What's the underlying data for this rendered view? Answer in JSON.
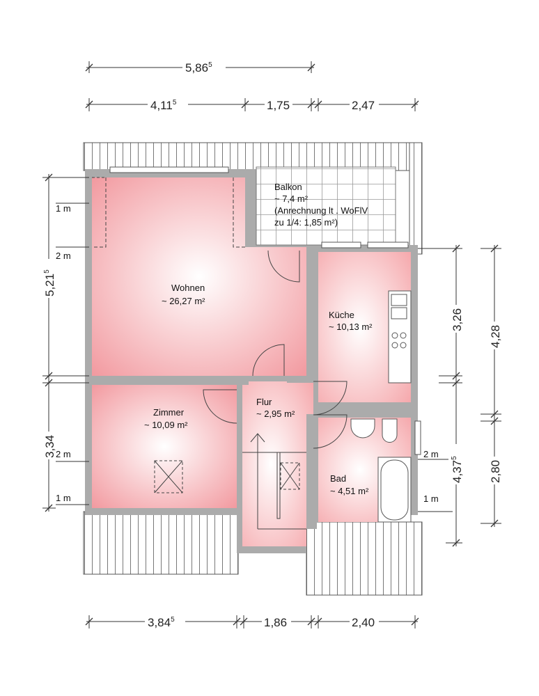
{
  "dimensions": {
    "top_total": {
      "main": "5,86",
      "sup": "5"
    },
    "top_segments": [
      {
        "main": "4,11",
        "sup": "5"
      },
      {
        "main": "1,75",
        "sup": ""
      },
      {
        "main": "2,47",
        "sup": ""
      }
    ],
    "bottom_segments": [
      {
        "main": "3,84",
        "sup": "5"
      },
      {
        "main": "1,86",
        "sup": ""
      },
      {
        "main": "2,40",
        "sup": ""
      }
    ],
    "left_segments": [
      {
        "main": "5,21",
        "sup": "5"
      },
      {
        "main": "3,34",
        "sup": ""
      }
    ],
    "right_inner": [
      {
        "main": "3,26",
        "sup": ""
      },
      {
        "main": "4,37",
        "sup": "5"
      }
    ],
    "right_outer": [
      {
        "main": "4,28",
        "sup": ""
      },
      {
        "main": "2,80",
        "sup": ""
      }
    ],
    "height_marks": {
      "one": "1 m",
      "two": "2 m"
    }
  },
  "rooms": {
    "balkon": {
      "name": "Balkon",
      "area": "~ 7,4 m²",
      "note1": "(Anrechnung lt . WoFlV",
      "note2": "zu 1/4: 1,85 m²)"
    },
    "wohnen": {
      "name": "Wohnen",
      "area": "~ 26,27 m²"
    },
    "kueche": {
      "name": "Küche",
      "area": "~ 10,13 m²"
    },
    "zimmer": {
      "name": "Zimmer",
      "area": "~ 10,09 m²"
    },
    "flur": {
      "name": "Flur",
      "area": "~ 2,95 m²"
    },
    "bad": {
      "name": "Bad",
      "area": "~ 4,51 m²"
    }
  },
  "colors": {
    "room_edge": "#f29aa0",
    "room_center": "#ffffff",
    "wall": "#ababab"
  }
}
